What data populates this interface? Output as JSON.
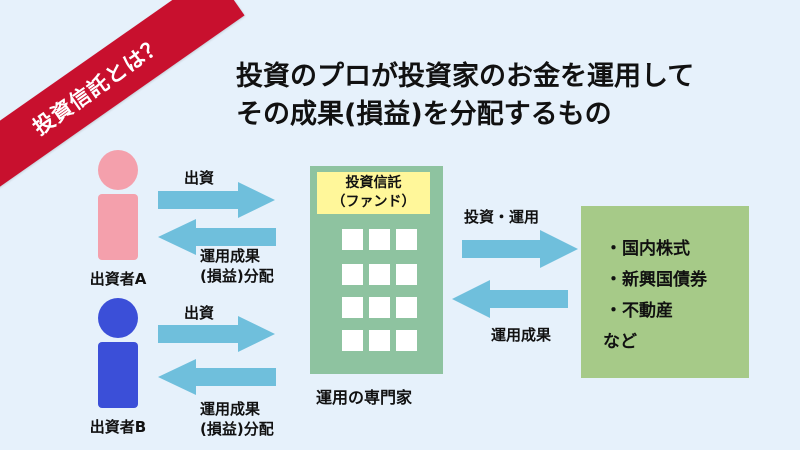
{
  "ribbon": {
    "text": "投資信託とは？"
  },
  "headline": {
    "line1": "投資のプロが投資家のお金を運用して",
    "line2": "その成果(損益)を分配するもの"
  },
  "investors": [
    {
      "name": "出資者A",
      "invest_label": "出資",
      "return_label_1": "運用成果",
      "return_label_2": "(損益)分配"
    },
    {
      "name": "出資者B",
      "invest_label": "出資",
      "return_label_1": "運用成果",
      "return_label_2": "(損益)分配"
    }
  ],
  "fund": {
    "label_1": "投資信託",
    "label_2": "（ファンド）",
    "caption": "運用の専門家"
  },
  "flows": {
    "invest_label": "投資・運用",
    "return_label": "運用成果"
  },
  "assets": {
    "items": [
      "・国内株式",
      "・新興国債券",
      "・不動産"
    ],
    "etc": "など"
  },
  "colors": {
    "background": "#e6f1fb",
    "ribbon": "#c8102e",
    "arrow": "#6fbfdc",
    "investor_a": "#f4a0ac",
    "investor_b": "#3b4fd8",
    "fund_building": "#8ec3a0",
    "fund_label": "#fff79a",
    "assets_box": "#a6ca88"
  }
}
